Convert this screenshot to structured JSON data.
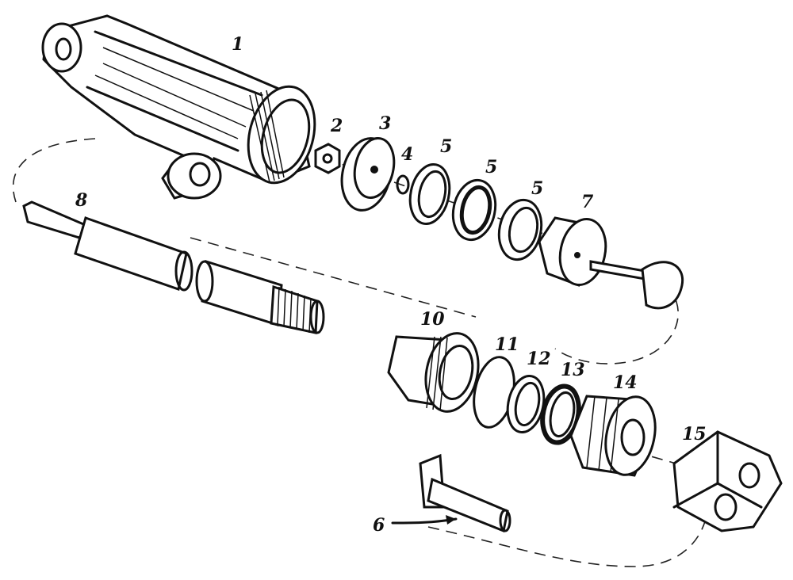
{
  "diagram": {
    "labels": [
      {
        "key": "cylinder",
        "text": "1"
      },
      {
        "key": "nut",
        "text": "2"
      },
      {
        "key": "piston",
        "text": "3"
      },
      {
        "key": "oring",
        "text": "4"
      },
      {
        "key": "cup_a",
        "text": "5"
      },
      {
        "key": "cup_b",
        "text": "5"
      },
      {
        "key": "cup_c",
        "text": "5"
      },
      {
        "key": "piston_follower",
        "text": "7"
      },
      {
        "key": "rod",
        "text": "8"
      },
      {
        "key": "gland",
        "text": "10"
      },
      {
        "key": "ring11",
        "text": "11"
      },
      {
        "key": "ring12",
        "text": "12"
      },
      {
        "key": "ring13",
        "text": "13"
      },
      {
        "key": "gland_nut",
        "text": "14"
      },
      {
        "key": "clevis",
        "text": "15"
      },
      {
        "key": "pin",
        "text": "6"
      }
    ]
  }
}
